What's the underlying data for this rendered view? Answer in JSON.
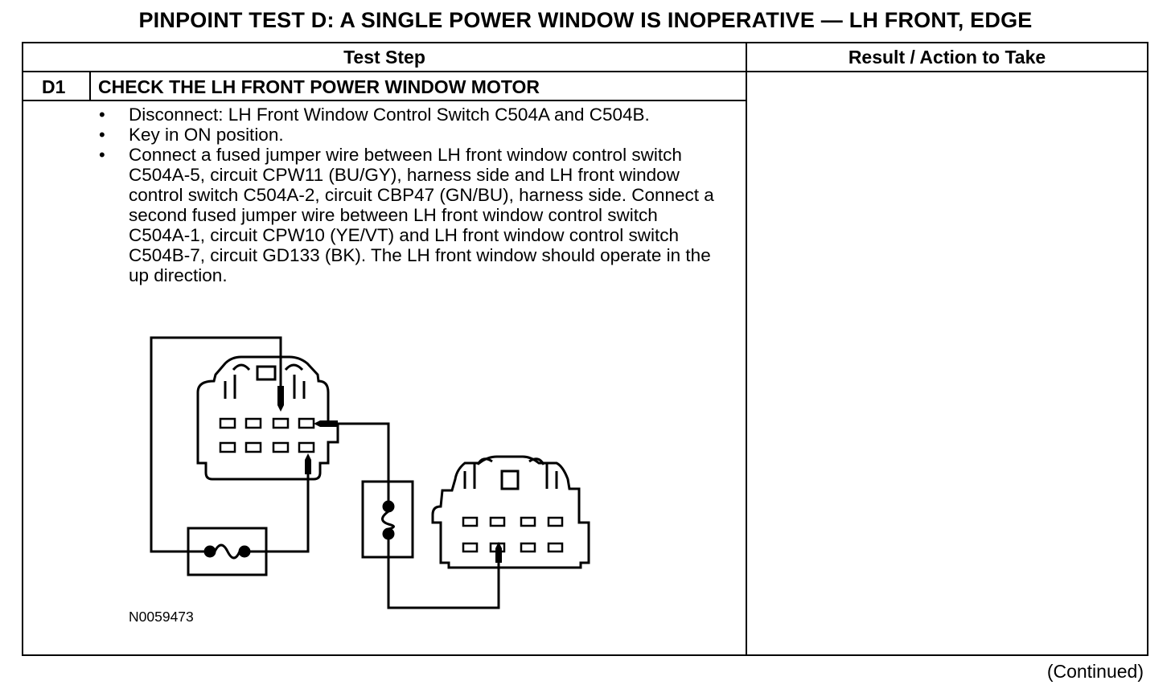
{
  "title": "PINPOINT TEST  D: A SINGLE POWER WINDOW IS INOPERATIVE — LH FRONT, EDGE",
  "table": {
    "headers": [
      "Test Step",
      "Result / Action to Take"
    ],
    "step": {
      "id": "D1",
      "heading": "CHECK THE LH FRONT POWER WINDOW MOTOR",
      "bullets": [
        "Disconnect: LH Front Window Control Switch C504A and C504B.",
        "Key in ON position.",
        "Connect a fused jumper wire between LH front window control switch C504A-5, circuit CPW11 (BU/GY), harness side and LH front window control switch C504A-2, circuit CBP47 (GN/BU), harness side. Connect a second fused jumper wire between LH front window control switch C504A-1, circuit CPW10 (YE/VT) and LH front window control switch C504B-7, circuit GD133 (BK). The LH  front window should operate in the up direction."
      ],
      "figure_id": "N0059473",
      "result": ""
    }
  },
  "footer": "(Continued)"
}
